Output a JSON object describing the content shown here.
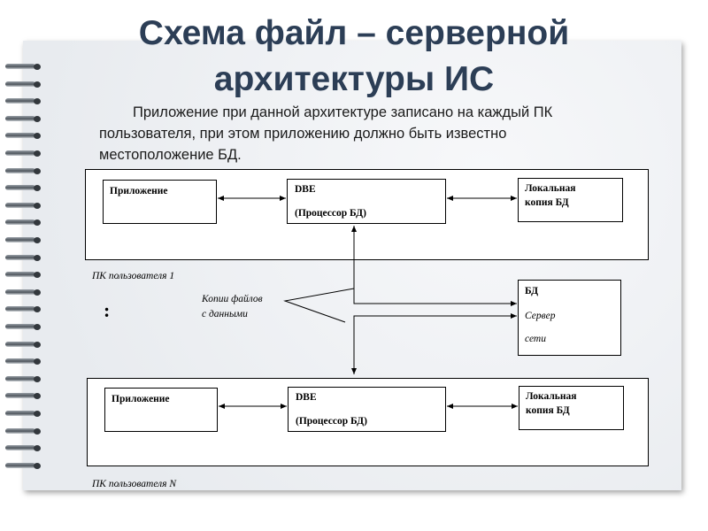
{
  "title": {
    "line1": "Схема файл – серверной",
    "line2": "архитектуры ИС"
  },
  "intro": "Приложение при данной архитектуре записано на каждый ПК пользователя, при этом приложению должно быть известно местоположение БД.",
  "diagram": {
    "pc1": {
      "app": "Приложение",
      "dbe_title": "DBE",
      "dbe_sub": "(Процессор БД)",
      "local_line1": "Локальная",
      "local_line2": "копия БД",
      "label": "ПК пользователя 1"
    },
    "pcN": {
      "app": "Приложение",
      "dbe_title": "DBE",
      "dbe_sub": "(Процессор БД)",
      "local_line1": "Локальная",
      "local_line2": "копия БД",
      "label": "ПК пользователя N"
    },
    "server": {
      "title": "БД",
      "line1": "Сервер",
      "line2": "сети"
    },
    "copies_line1": "Копии файлов",
    "copies_line2": "с данными",
    "ellipsis": ":"
  },
  "colors": {
    "title": "#2c3e56",
    "page": "#eef0f3"
  }
}
